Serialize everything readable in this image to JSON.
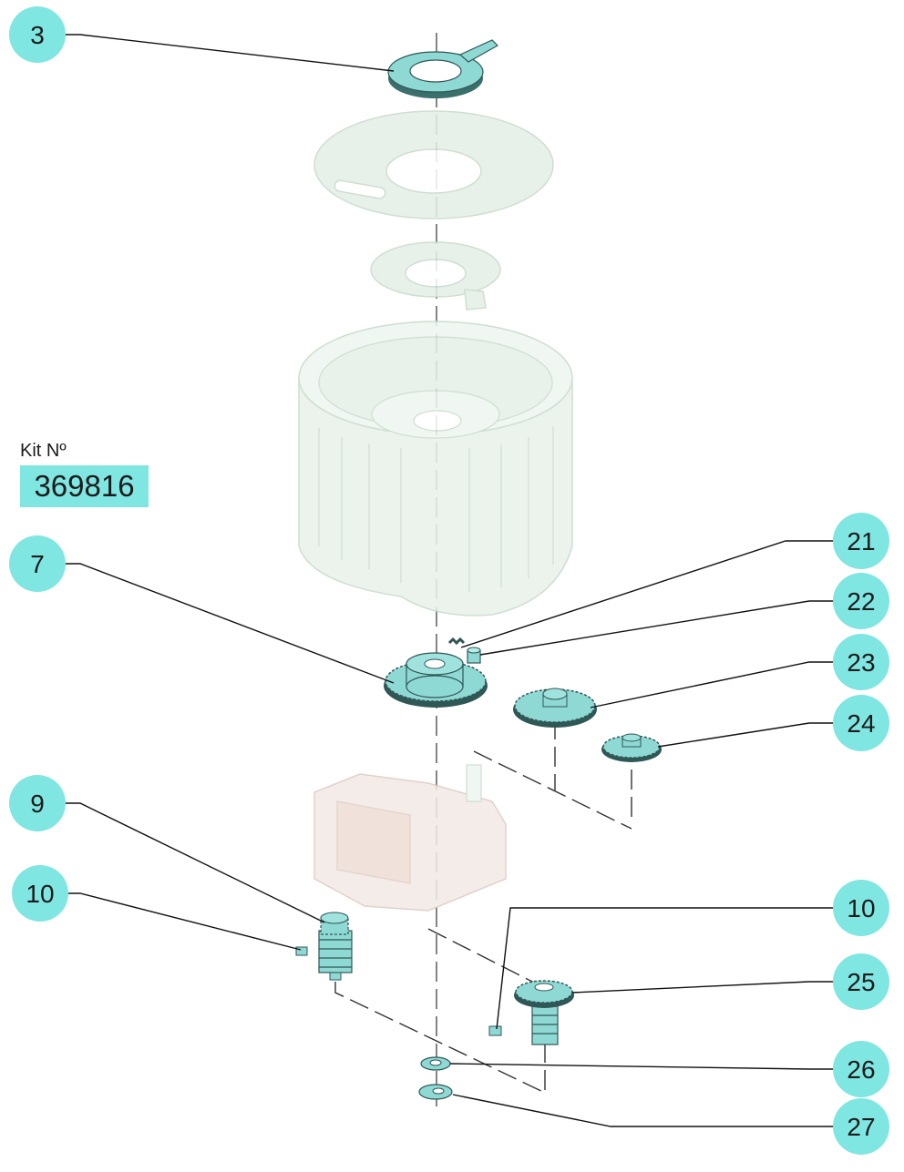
{
  "kit": {
    "label": "Kit Nº",
    "number": "369816"
  },
  "callouts": [
    {
      "id": "c3",
      "label": "3"
    },
    {
      "id": "c7",
      "label": "7"
    },
    {
      "id": "c9",
      "label": "9"
    },
    {
      "id": "c10a",
      "label": "10"
    },
    {
      "id": "c21",
      "label": "21"
    },
    {
      "id": "c22",
      "label": "22"
    },
    {
      "id": "c23",
      "label": "23"
    },
    {
      "id": "c24",
      "label": "24"
    },
    {
      "id": "c10b",
      "label": "10"
    },
    {
      "id": "c25",
      "label": "25"
    },
    {
      "id": "c26",
      "label": "26"
    },
    {
      "id": "c27",
      "label": "27"
    }
  ],
  "colors": {
    "callout": "#7fe6e2",
    "part": "#8fd9d5",
    "part_dark": "#3a6f6c",
    "ghost": "#d9eadc",
    "ghost_line": "#b8cfbd",
    "ghost_red": "#e8c9c2"
  }
}
